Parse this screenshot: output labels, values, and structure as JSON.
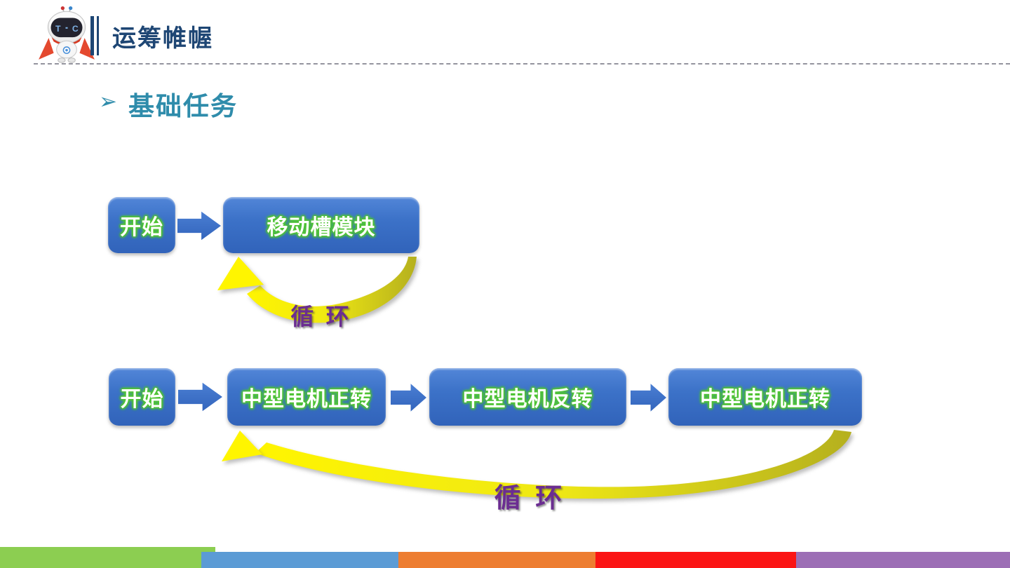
{
  "header": {
    "title": "运筹帷幄",
    "logo": "robot-mascot",
    "logo_letters": "T C"
  },
  "section": {
    "bullet": "➢",
    "title": "基础任务"
  },
  "flows": [
    {
      "start": "开始",
      "steps": [
        "移动槽模块"
      ],
      "loop_label": "循 环"
    },
    {
      "start": "开始",
      "steps": [
        "中型电机正转",
        "中型电机反转",
        "中型电机正转"
      ],
      "loop_label": "循 环"
    }
  ],
  "colors": {
    "title_navy": "#1e4674",
    "section_teal": "#2f8cab",
    "box_blue": "#3c72c8",
    "text_glow_green": "#4dc131",
    "loop_yellow_bright": "#fff200",
    "loop_yellow_olive": "#b5b01e",
    "loop_text_purple": "#6b2d91",
    "stripe": [
      "#8cce51",
      "#5b9bd5",
      "#ed7d31",
      "#fb1414",
      "#9c6eb5"
    ]
  }
}
